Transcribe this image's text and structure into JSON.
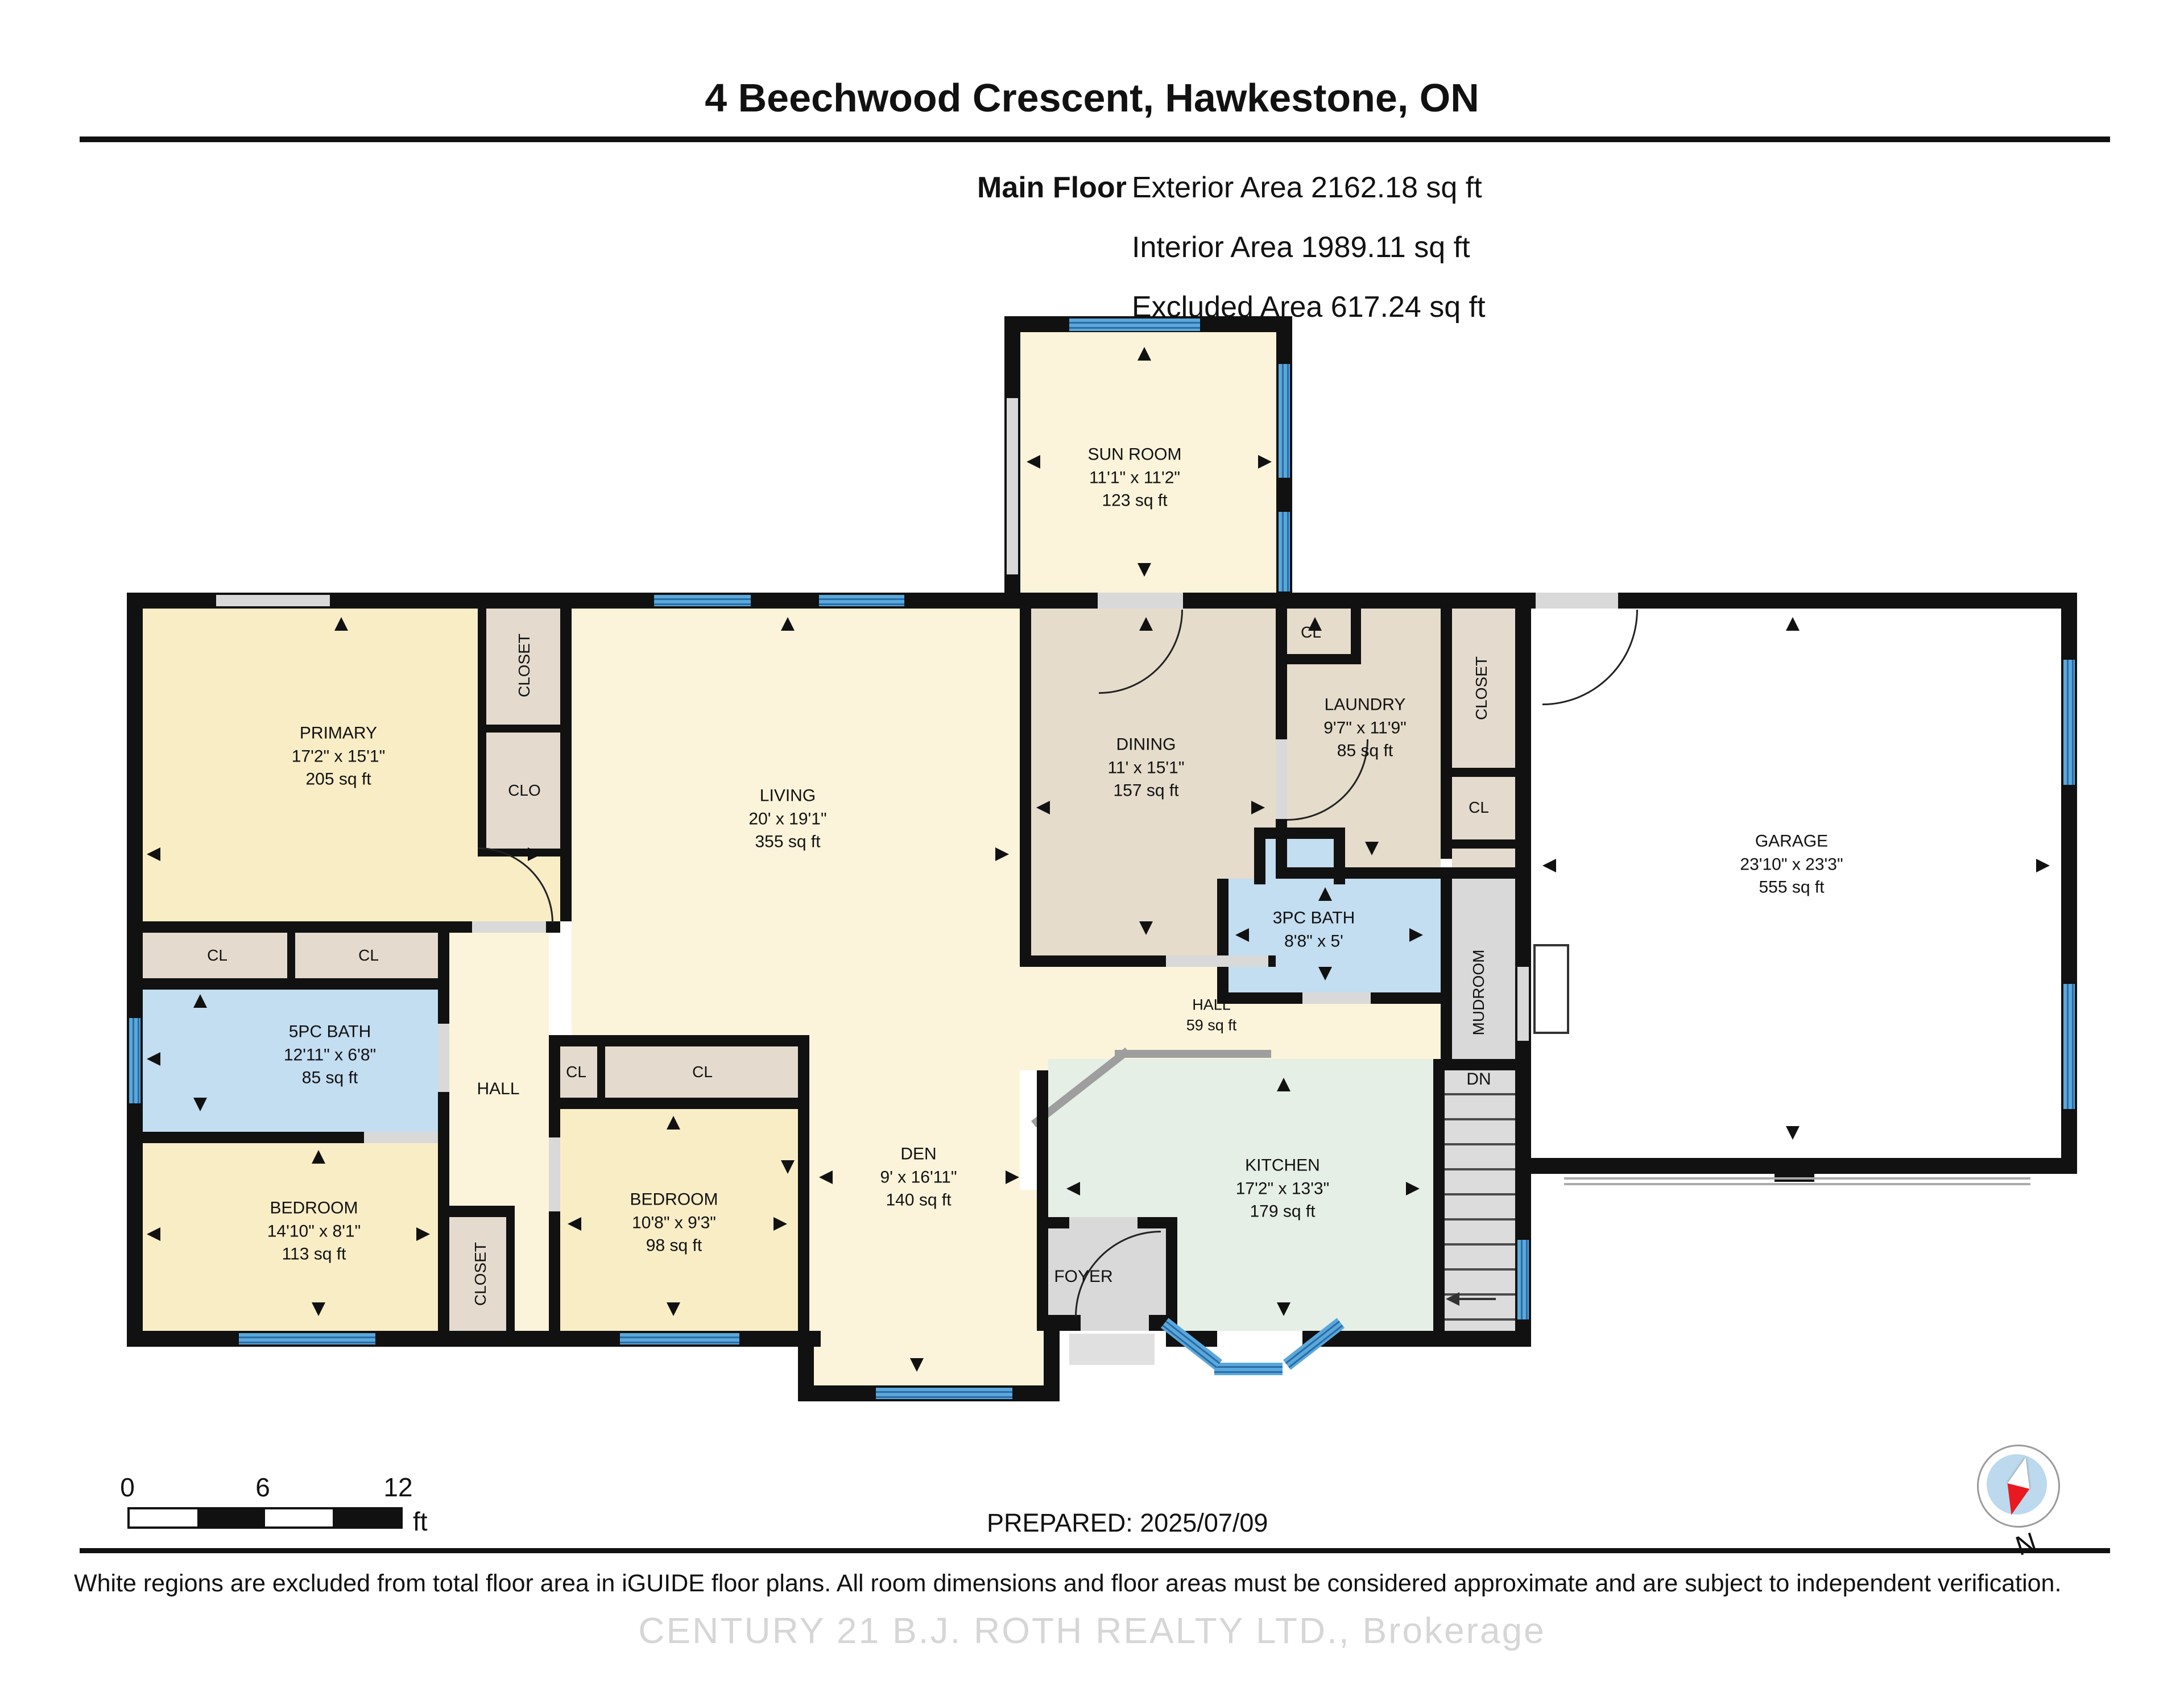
{
  "header": {
    "title": "4 Beechwood Crescent, Hawkestone, ON",
    "floor_label": "Main Floor",
    "stats": [
      "Exterior Area 2162.18 sq ft",
      "Interior Area 1989.11 sq ft",
      "Excluded Area 617.24 sq ft"
    ]
  },
  "rooms": {
    "sun_room": {
      "name": "SUN ROOM",
      "dims": "11'1\" x 11'2\"",
      "area": "123 sq ft"
    },
    "primary": {
      "name": "PRIMARY",
      "dims": "17'2\" x 15'1\"",
      "area": "205 sq ft"
    },
    "living": {
      "name": "LIVING",
      "dims": "20' x 19'1\"",
      "area": "355 sq ft"
    },
    "dining": {
      "name": "DINING",
      "dims": "11' x 15'1\"",
      "area": "157 sq ft"
    },
    "laundry": {
      "name": "LAUNDRY",
      "dims": "9'7\" x 11'9\"",
      "area": "85 sq ft"
    },
    "garage": {
      "name": "GARAGE",
      "dims": "23'10\" x 23'3\"",
      "area": "555 sq ft"
    },
    "bath5": {
      "name": "5PC BATH",
      "dims": "12'11\" x 6'8\"",
      "area": "85 sq ft"
    },
    "bath3": {
      "name": "3PC BATH",
      "dims": "8'8\" x 5'"
    },
    "hall_main": {
      "name": "HALL",
      "area": "59 sq ft"
    },
    "hall_bedwing": {
      "name": "HALL"
    },
    "bedroom1": {
      "name": "BEDROOM",
      "dims": "14'10\" x 8'1\"",
      "area": "113 sq ft"
    },
    "bedroom2": {
      "name": "BEDROOM",
      "dims": "10'8\" x 9'3\"",
      "area": "98 sq ft"
    },
    "den": {
      "name": "DEN",
      "dims": "9' x 16'11\"",
      "area": "140 sq ft"
    },
    "kitchen": {
      "name": "KITCHEN",
      "dims": "17'2\" x 13'3\"",
      "area": "179 sq ft"
    },
    "foyer": {
      "name": "FOYER"
    },
    "mudroom": {
      "name": "MUDROOM"
    }
  },
  "labels": {
    "cl": "CL",
    "closet": "CLOSET",
    "clo": "CLO",
    "dn": "DN"
  },
  "footer": {
    "scale_ticks": [
      "0",
      "6",
      "12"
    ],
    "scale_unit": "ft",
    "prepared": "PREPARED: 2025/07/09",
    "disclaimer": "White regions are excluded from total floor area in iGUIDE floor plans. All room dimensions and floor areas must be considered approximate and are subject to independent verification.",
    "watermark": "CENTURY 21 B.J. ROTH REALTY LTD., Brokerage",
    "compass_north": "N"
  },
  "colors": {
    "wall": "#111111",
    "cream": "#fbf4da",
    "yellow": "#f9edc6",
    "tan": "#e6dccb",
    "bath_blue": "#c3ddf1",
    "kitchen_mint": "#e6efe6",
    "gray": "#d9d9d9",
    "window_blue": "#4f9fd2",
    "watermark_gray": "#d6d6d6",
    "compass_red": "#e8191f"
  }
}
